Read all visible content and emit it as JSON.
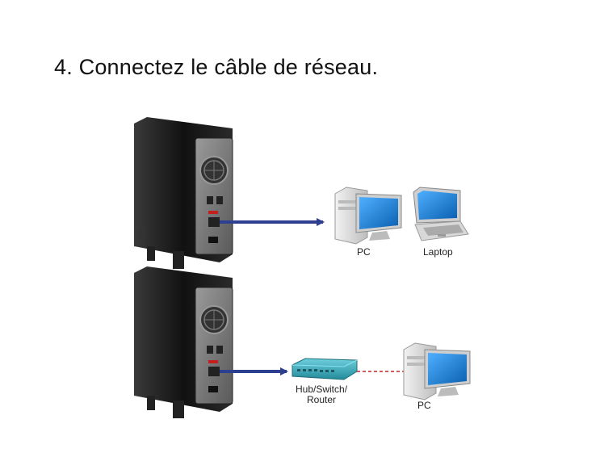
{
  "heading": "4. Connectez le câble de réseau.",
  "labels": {
    "pc_top": "PC",
    "laptop": "Laptop",
    "hub_line1": "Hub/Switch/",
    "hub_line2": "Router",
    "pc_bottom": "PC"
  },
  "colors": {
    "arrow": "#2e3f8f",
    "dashed_cable": "#cc2222",
    "device_body": "#1c1c1c",
    "screen": "#1f7fd0",
    "hub": "#3aa7b8"
  },
  "icons": [
    "nas-device",
    "desktop-pc",
    "laptop",
    "network-hub"
  ]
}
